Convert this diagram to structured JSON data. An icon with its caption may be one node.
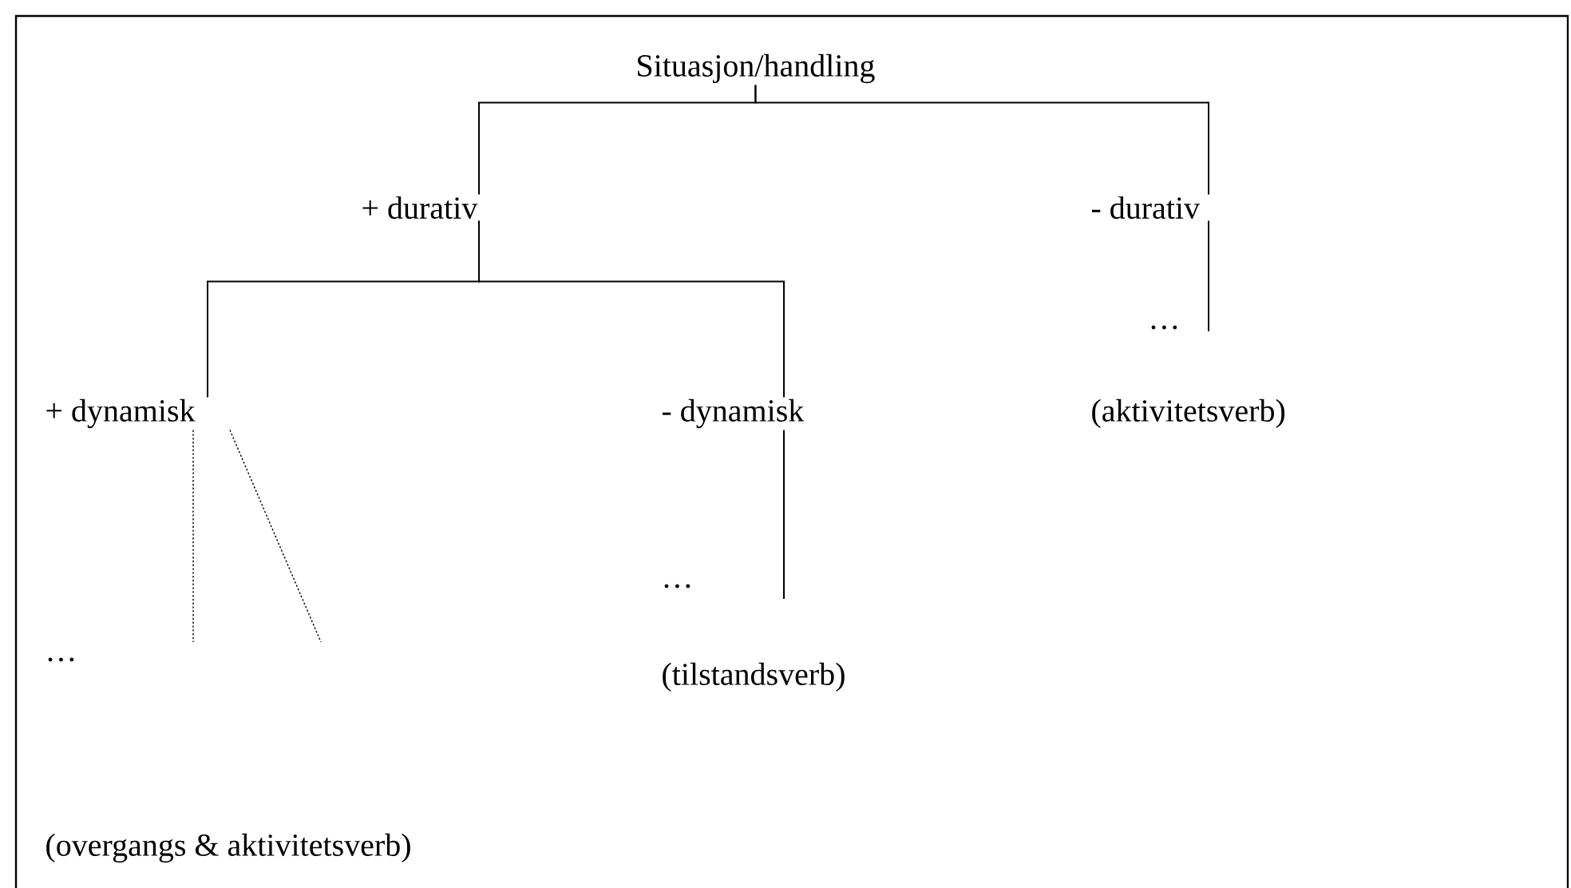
{
  "diagram": {
    "nodes": [
      {
        "text": [
          "Situasjon/handling"
        ]
      },
      {
        "text": [
          "+ durativ"
        ]
      },
      {
        "text": [
          "- durativ"
        ]
      },
      {
        "text": [
          "+ dynamisk"
        ]
      },
      {
        "text": [
          "- dynamisk"
        ]
      },
      {
        "text": [
          "…"
        ]
      },
      {
        "text": [
          "(aktivitetsverb)"
        ]
      },
      {
        "text": [
          "…"
        ]
      },
      {
        "text": [
          "(tilstandsverb)"
        ]
      },
      {
        "text": [
          "…"
        ]
      },
      {
        "text": [
          "(overgangs & aktivitetsverb)"
        ]
      }
    ],
    "edges": [
      {
        "from": 0,
        "to": 1,
        "arrow": "none"
      },
      {
        "from": 0,
        "to": 2,
        "arrow": "none"
      },
      {
        "from": 1,
        "to": 3,
        "arrow": "none"
      },
      {
        "from": 1,
        "to": 4,
        "arrow": "none"
      },
      {
        "from": 2,
        "to": 5,
        "arrow": "none"
      },
      {
        "from": 4,
        "to": null,
        "arrow": "none"
      },
      {
        "from": 3,
        "to": null,
        "arrow": "none",
        "style": "dashed"
      },
      {
        "from": 3,
        "to": null,
        "arrow": "none",
        "style": "dashed"
      }
    ]
  }
}
